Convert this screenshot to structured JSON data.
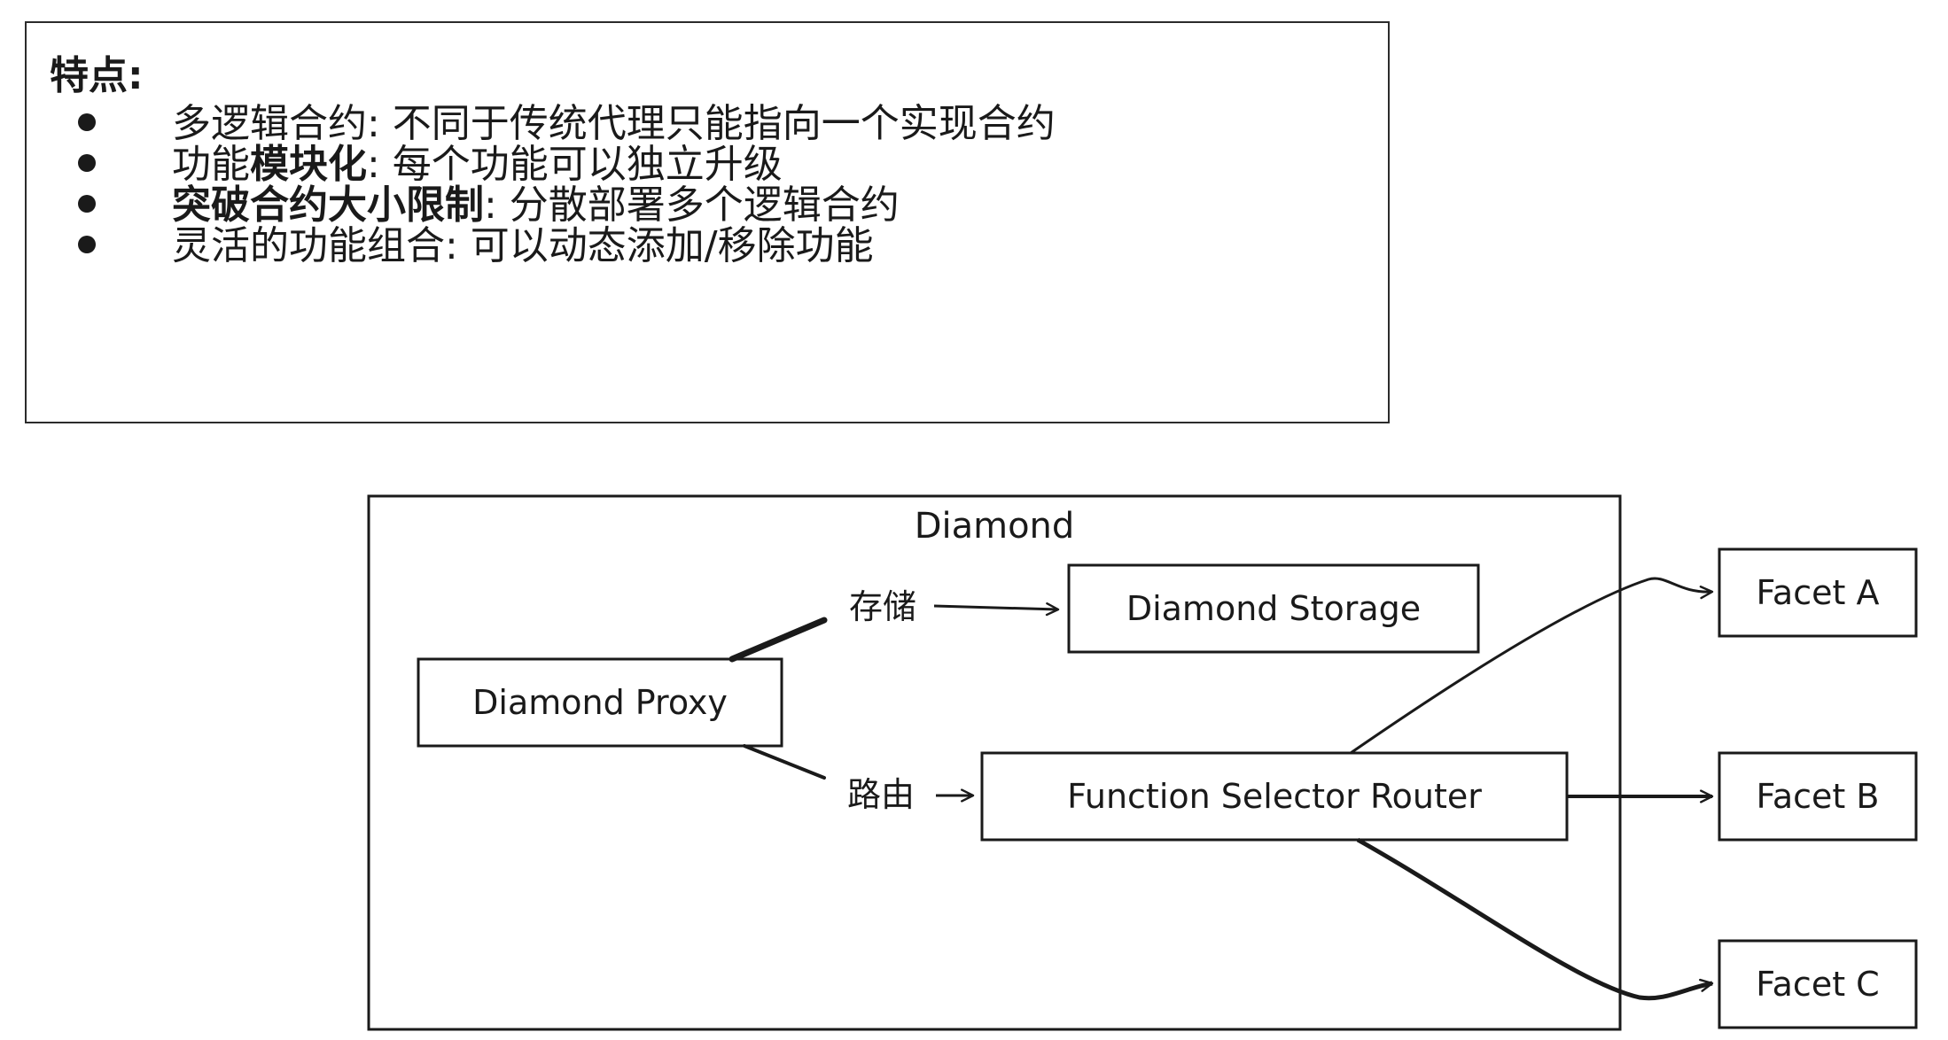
{
  "features": {
    "title": "特点:",
    "items": [
      {
        "segments": [
          {
            "text": "多逻辑合约",
            "bold": false
          },
          {
            "text": ": 不同于传统代理只能指向一个实现合约",
            "bold": false
          }
        ]
      },
      {
        "segments": [
          {
            "text": "功能",
            "bold": false
          },
          {
            "text": "模块化",
            "bold": true
          },
          {
            "text": ": 每个功能可以独立升级",
            "bold": false
          }
        ]
      },
      {
        "segments": [
          {
            "text": "突破合约大小限制",
            "bold": true
          },
          {
            "text": ": 分散部署多个逻辑合约",
            "bold": false
          }
        ]
      },
      {
        "segments": [
          {
            "text": "灵活的功能组合",
            "bold": false
          },
          {
            "text": ": 可以动态添加/移除功能",
            "bold": false
          }
        ]
      }
    ]
  },
  "diagram": {
    "container_label": "Diamond",
    "proxy_label": "Diamond Proxy",
    "storage_label": "Diamond Storage",
    "router_label": "Function Selector Router",
    "edge_storage_label": "存储",
    "edge_route_label": "路由",
    "facets": [
      "Facet A",
      "Facet B",
      "Facet C"
    ]
  },
  "colors": {
    "stroke": "#1a1a1a",
    "background": "#ffffff"
  }
}
